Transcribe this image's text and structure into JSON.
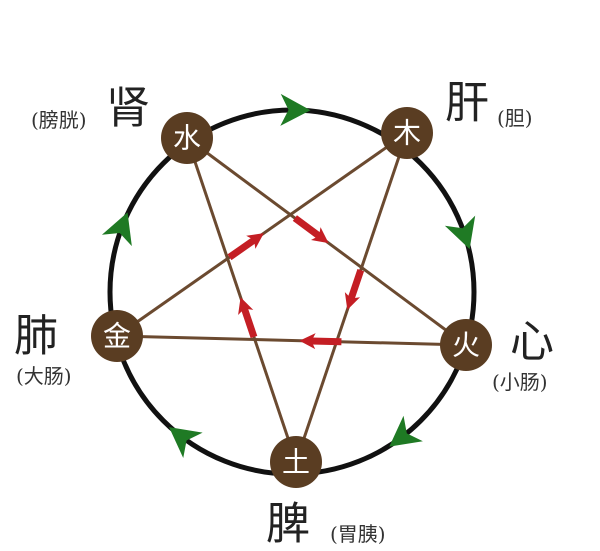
{
  "colors": {
    "ring": "#111111",
    "node": "#5a3d22",
    "node_text": "#ffffff",
    "line": "#6b4a30",
    "generate_arrow": "#1f7a24",
    "control_arrow": "#c41e24",
    "label": "#222222"
  },
  "nodes": [
    {
      "key": "water",
      "element": "水",
      "organ": "肾",
      "paired": "(膀胱)"
    },
    {
      "key": "wood",
      "element": "木",
      "organ": "肝",
      "paired": "(胆)"
    },
    {
      "key": "fire",
      "element": "火",
      "organ": "心",
      "paired": "(小肠)"
    },
    {
      "key": "earth",
      "element": "土",
      "organ": "脾",
      "paired": "(胃胰)"
    },
    {
      "key": "metal",
      "element": "金",
      "organ": "肺",
      "paired": "(大肠)"
    }
  ],
  "generating_cycle": [
    "water",
    "wood",
    "fire",
    "earth",
    "metal"
  ],
  "controlling_cycle": [
    "water",
    "fire",
    "metal",
    "wood",
    "earth"
  ]
}
